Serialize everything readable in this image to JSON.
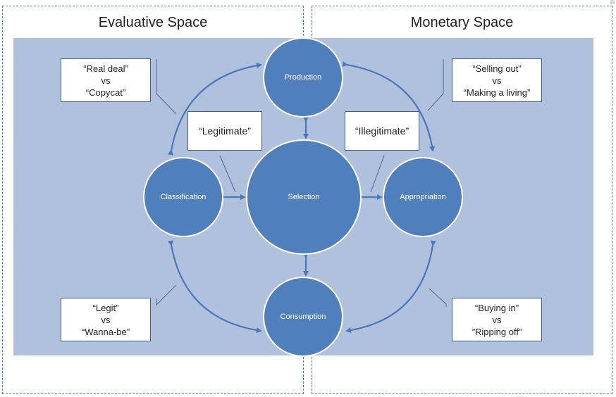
{
  "panels": {
    "left_title": "Evaluative Space",
    "right_title": "Monetary Space"
  },
  "nodes": {
    "production": "Production",
    "classification": "Classification",
    "selection": "Selection",
    "appropriation": "Appropriation",
    "consumption": "Consumption"
  },
  "labels": {
    "top_left": {
      "line1": "“Real deal”",
      "line2": "vs",
      "line3": "“Copycat”"
    },
    "top_right": {
      "line1": "“Selling out”",
      "line2": "vs",
      "line3": "“Making a living”"
    },
    "bottom_left": {
      "line1": "“Legit”",
      "line2": "vs",
      "line3": "“Wanna-be”"
    },
    "bottom_right": {
      "line1": "“Buying in”",
      "line2": "vs",
      "line3": "”Ripping off”"
    },
    "legitimate": "“Legitimate”",
    "illegitimate": "“Illegitimate”"
  },
  "colors": {
    "node_fill": "#4f7fbc",
    "background": "#b0c1dd",
    "arrow": "#4a78b8"
  }
}
